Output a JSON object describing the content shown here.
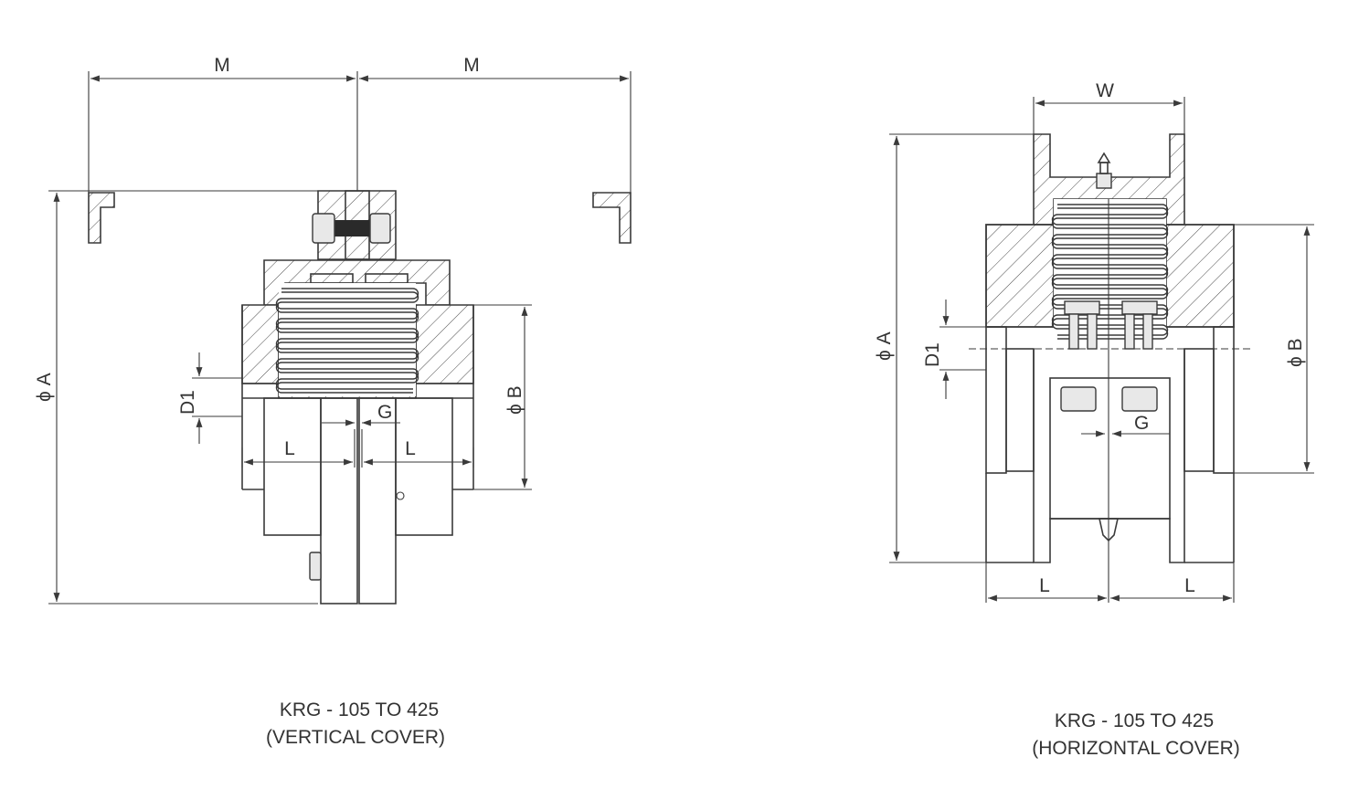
{
  "vertical_view": {
    "labels": {
      "m_left": "M",
      "m_right": "M",
      "dia_a": "ϕ A",
      "dia_b": "ϕ B",
      "d1": "D1",
      "g": "G",
      "l_left": "L",
      "l_right": "L"
    },
    "caption_line1": "KRG - 105 TO 425",
    "caption_line2": "(VERTICAL COVER)"
  },
  "horizontal_view": {
    "labels": {
      "w": "W",
      "dia_a": "ϕ A",
      "dia_b": "ϕ B",
      "d1": "D1",
      "g": "G",
      "l_left": "L",
      "l_right": "L"
    },
    "caption_line1": "KRG - 105 TO 425",
    "caption_line2": "(HORIZONTAL COVER)"
  }
}
